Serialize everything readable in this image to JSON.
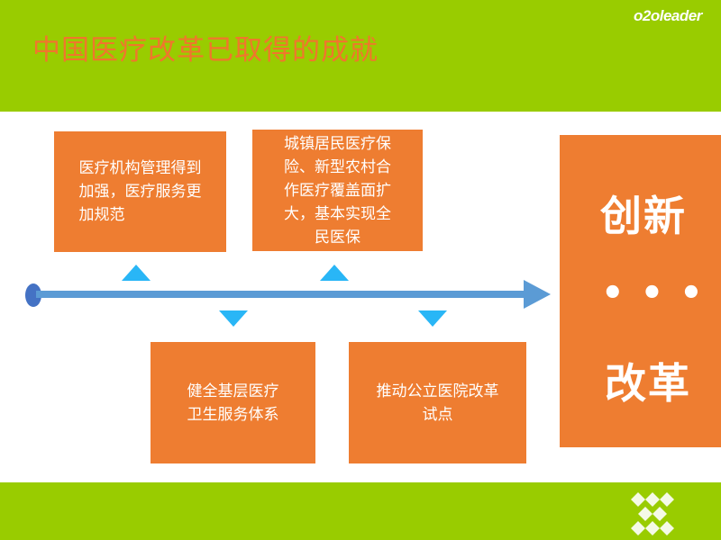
{
  "slide": {
    "title": "中国医疗改革已取得的成就",
    "logo_text": "o2oleader",
    "cards": [
      {
        "lines": [
          "医疗机构管理得到",
          "加强，医疗服务更",
          "加规范"
        ]
      },
      {
        "lines": [
          "城镇居民医疗保",
          "险、新型农村合",
          "作医疗覆盖面扩",
          "大，基本实现全",
          "民医保"
        ]
      },
      {
        "lines": [
          "健全基层医疗",
          "卫生服务体系"
        ]
      },
      {
        "lines": [
          "推动公立医院改革",
          "试点"
        ]
      }
    ],
    "side_box": {
      "top": "创新",
      "dots": "•••",
      "bottom": "改革"
    }
  },
  "colors": {
    "band_green": "#99cc00",
    "title_orange": "#f0762c",
    "card_orange": "#ee7d31",
    "timeline_blue": "#5b9bd5",
    "marker_blue": "#29b6f6",
    "white": "#ffffff"
  },
  "icons": {
    "logo": "o2oleader-logo",
    "decoration": "diamond-grid-icon"
  }
}
